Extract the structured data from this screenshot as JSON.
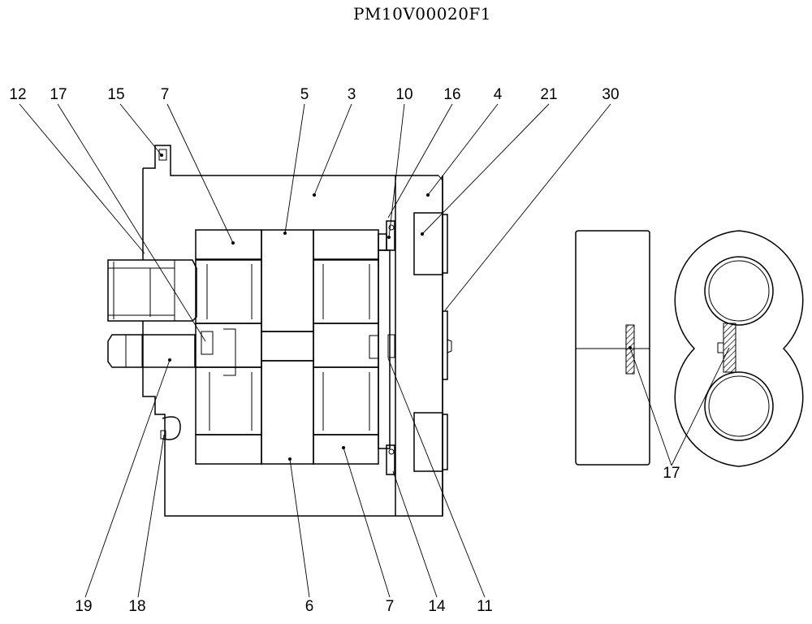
{
  "drawing_code": "PM10V00020F1",
  "callouts_top": [
    "12",
    "17",
    "15",
    "7",
    "5",
    "3",
    "10",
    "16",
    "4",
    "21",
    "30"
  ],
  "callouts_bottom": [
    "19",
    "18",
    "6",
    "7",
    "14",
    "11"
  ],
  "callouts_side": [
    "17"
  ]
}
